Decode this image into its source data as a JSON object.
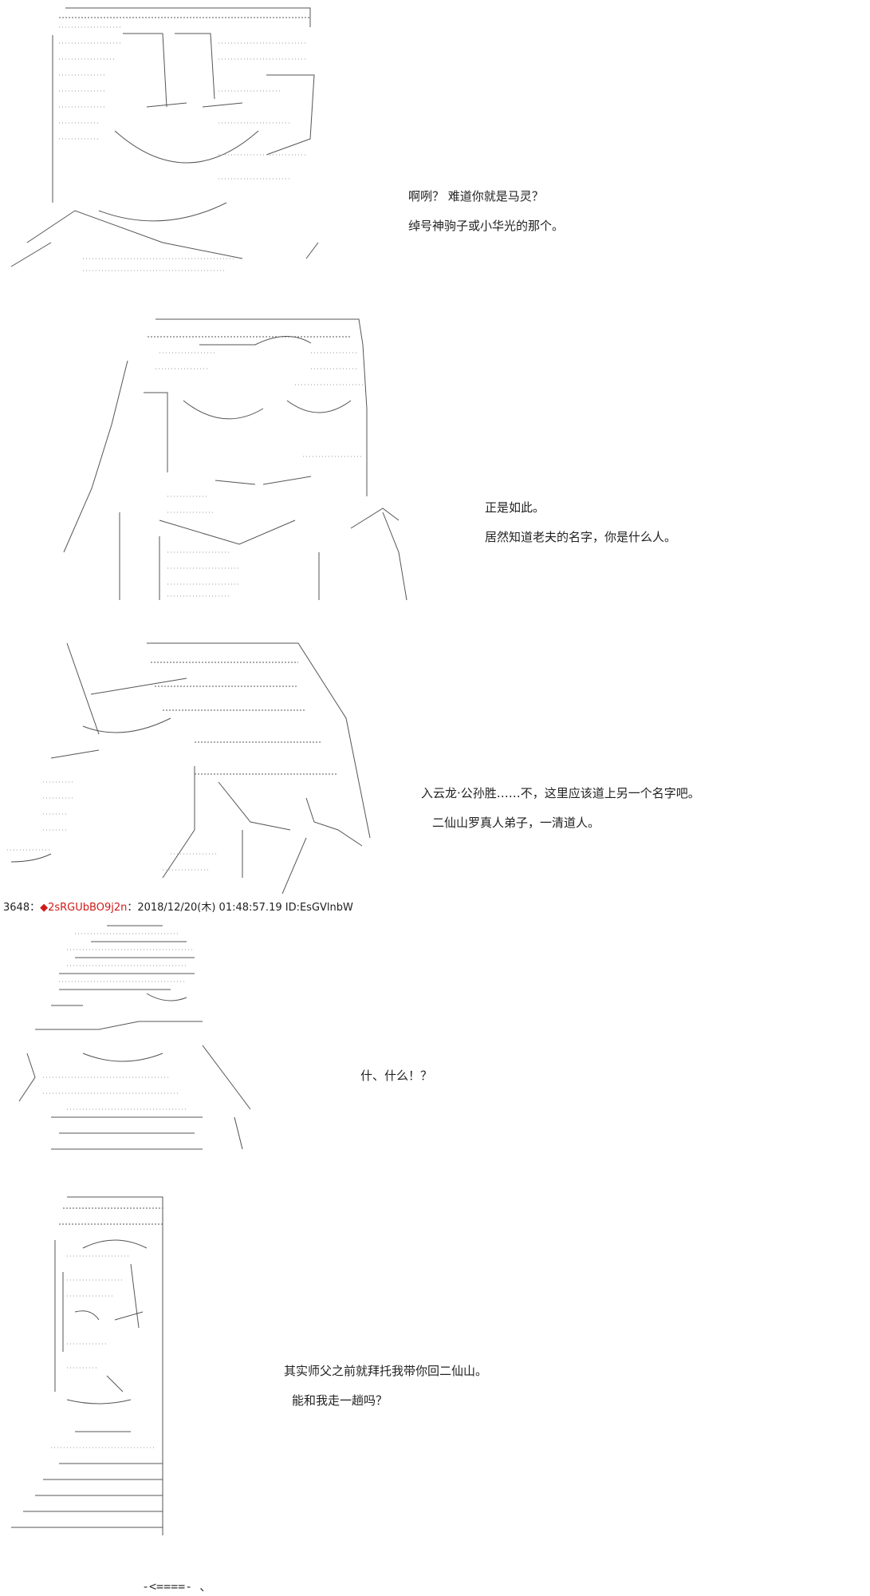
{
  "colors": {
    "text": "#222222",
    "trip": "#d01a1a",
    "art_stroke": "#555555"
  },
  "blocks": [
    {
      "art_label": "ascii-art-figure-1",
      "lines": [
        "啊咧？ 难道你就是马灵？",
        "绰号神驹子或小华光的那个。"
      ]
    },
    {
      "art_label": "ascii-art-figure-2",
      "lines": [
        "正是如此。",
        "居然知道老夫的名字，你是什么人。"
      ]
    },
    {
      "art_label": "ascii-art-figure-3",
      "lines": [
        "入云龙·公孙胜……不，这里应该道上另一个名字吧。",
        "二仙山罗真人弟子，一清道人。"
      ]
    },
    {
      "art_label": "ascii-art-figure-4",
      "lines": [
        "什、什么！？"
      ]
    },
    {
      "art_label": "ascii-art-figure-5",
      "lines": [
        "其实师父之前就拜托我带你回二仙山。",
        "能和我走一趟吗？"
      ]
    }
  ],
  "post_header": {
    "number": "3648",
    "separator": "：",
    "diamond": "◆",
    "trip": "2sRGUbBO9j2n",
    "datetime": "：2018/12/20(木) 01:48:57.19 ID:EsGVlnbW"
  },
  "bottom_fragment": "-<====- 、"
}
